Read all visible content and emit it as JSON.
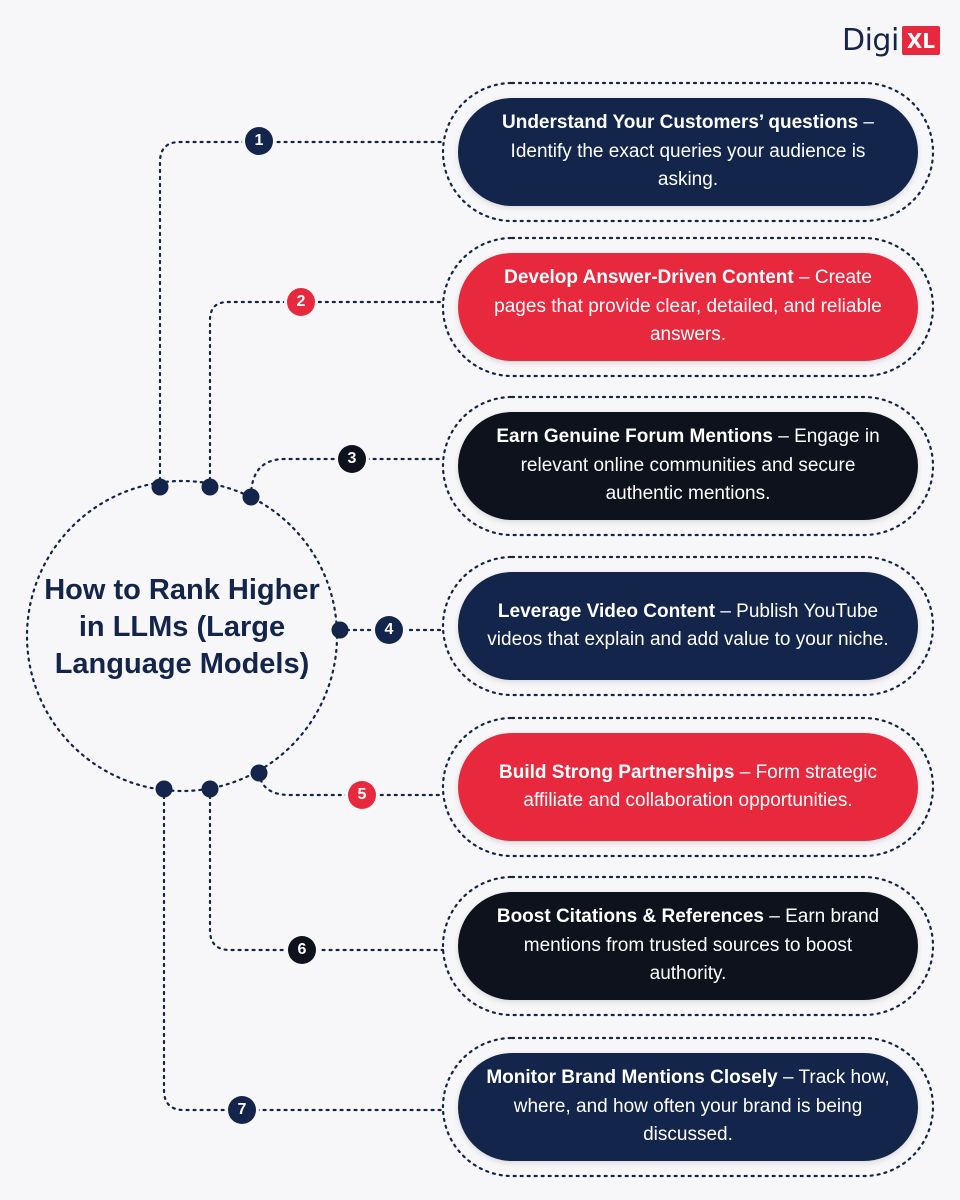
{
  "brand": {
    "name_prefix": "Digi",
    "name_badge": "XL"
  },
  "center": {
    "title": "How to Rank Higher in LLMs (Large Language Models)"
  },
  "steps": [
    {
      "number": "1",
      "title": "Understand Your Customers’ questions",
      "separator": " – ",
      "body": "Identify the exact queries your audience is asking.",
      "color": "#13254a"
    },
    {
      "number": "2",
      "title": "Develop Answer-Driven Content",
      "separator": " – ",
      "body": "Create pages that provide clear, detailed, and reliable answers.",
      "color": "#e8283d"
    },
    {
      "number": "3",
      "title": "Earn Genuine Forum Mentions",
      "separator": " – ",
      "body": "Engage in relevant online communities and secure authentic mentions.",
      "color": "#0d121d"
    },
    {
      "number": "4",
      "title": "Leverage Video Content",
      "separator": " – ",
      "body": "Publish YouTube videos that explain and add value to your niche.",
      "color": "#13254a"
    },
    {
      "number": "5",
      "title": "Build Strong Partnerships",
      "separator": " – ",
      "body": "Form strategic affiliate and collaboration opportunities.",
      "color": "#e8283d"
    },
    {
      "number": "6",
      "title": "Boost Citations & References",
      "separator": " – ",
      "body": "Earn brand mentions from trusted sources to boost authority.",
      "color": "#0d121d"
    },
    {
      "number": "7",
      "title": "Monitor Brand Mentions Closely",
      "separator": " – ",
      "body": "Track how, where, and how often your brand is being discussed.",
      "color": "#13254a"
    }
  ]
}
